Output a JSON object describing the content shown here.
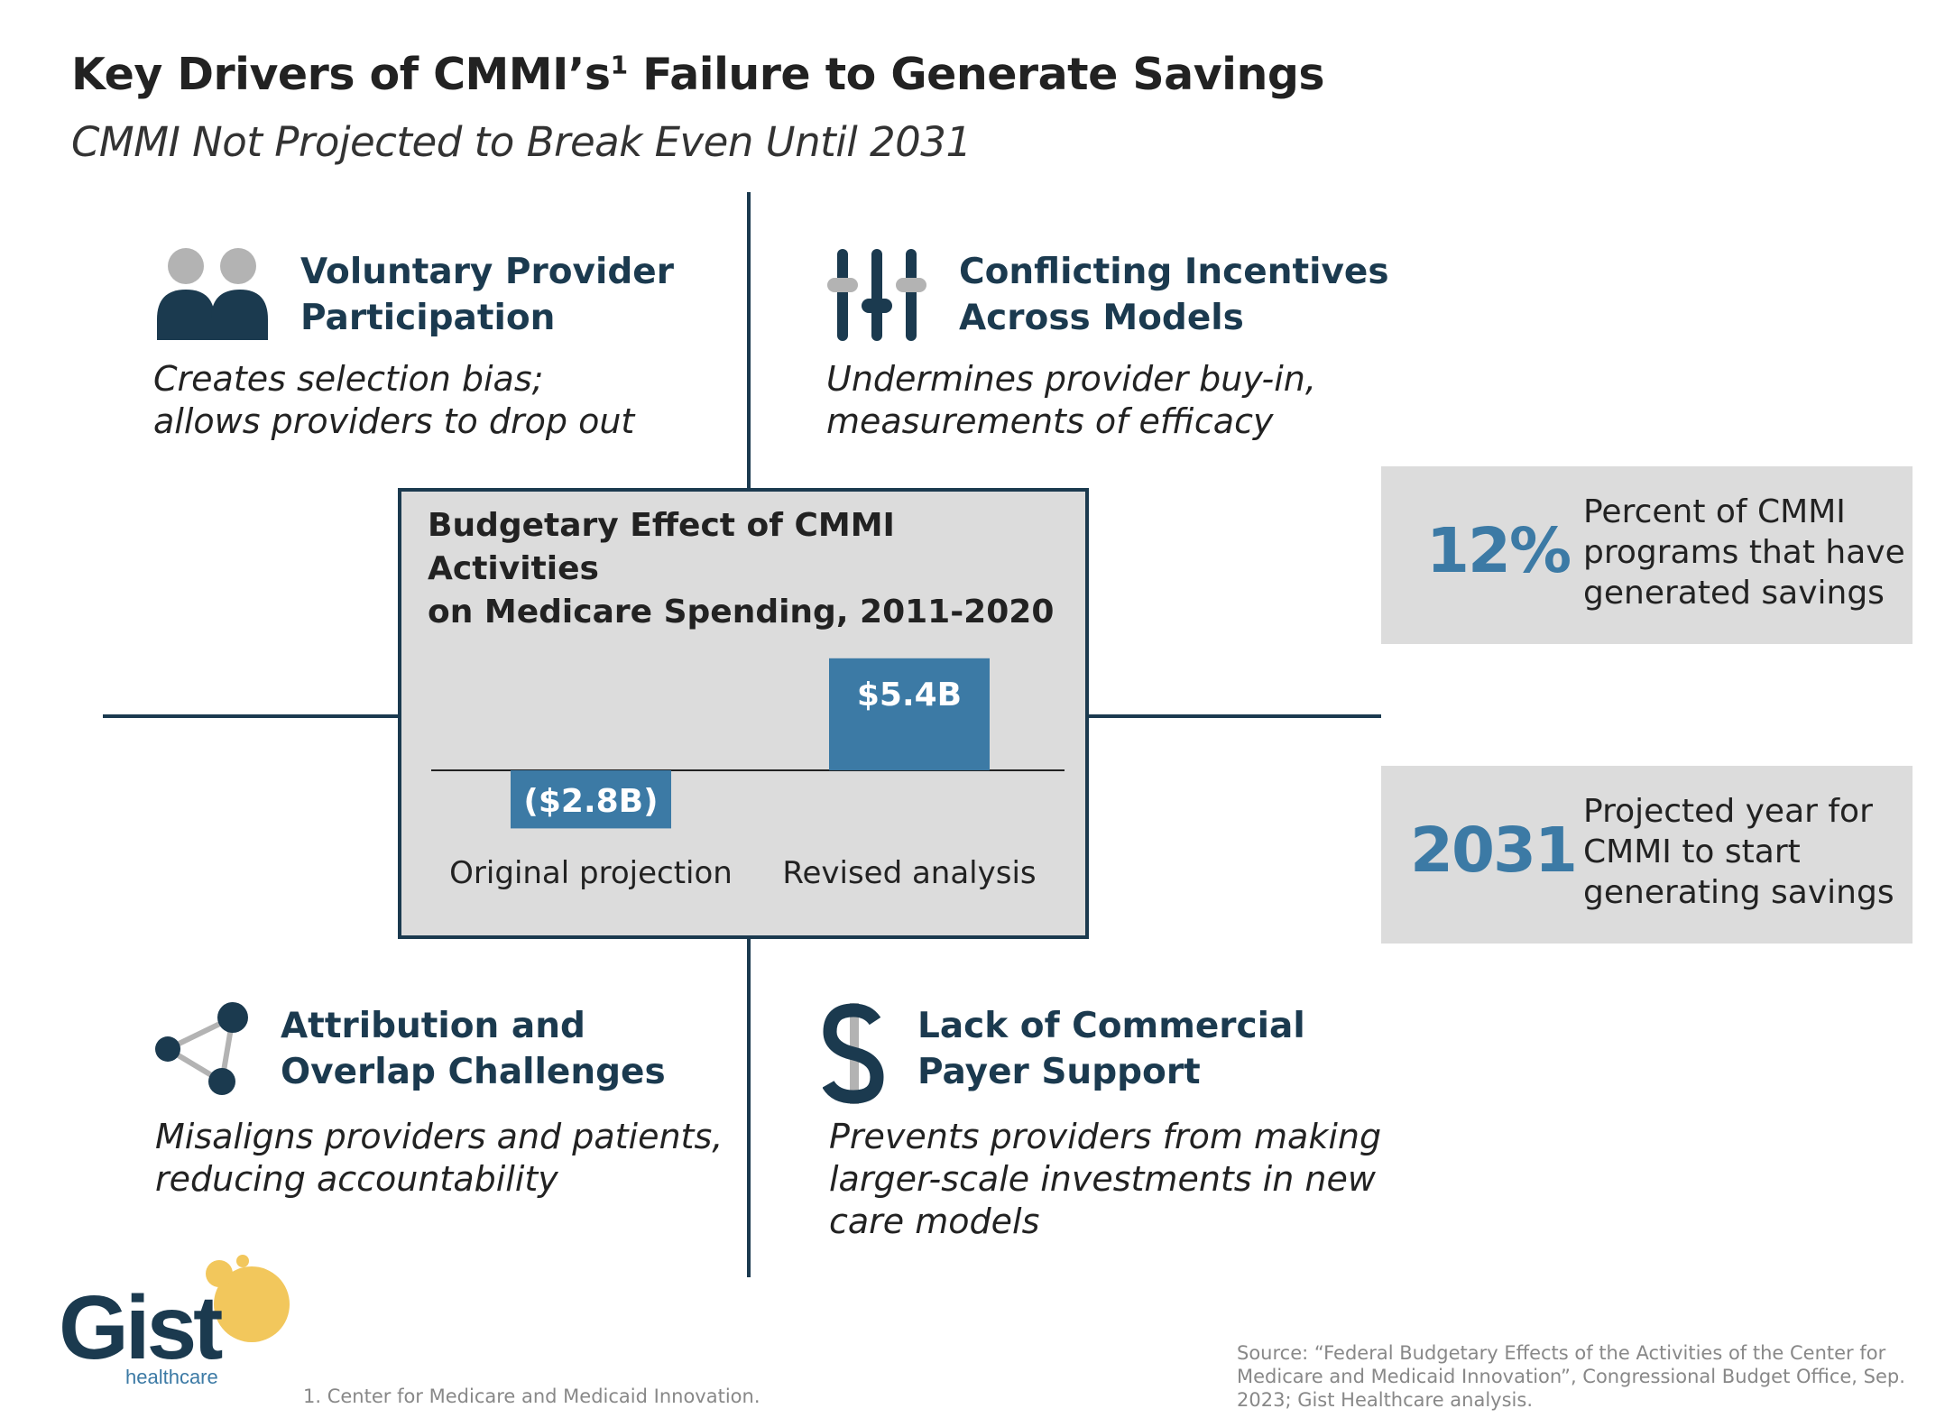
{
  "header": {
    "title_main": "Key Drivers of CMMI’s",
    "title_sup": "1",
    "title_rest": " Failure to Generate Savings",
    "subtitle": "CMMI Not Projected to Break Even Until 2031"
  },
  "quadrants": [
    {
      "icon": "people-icon",
      "heading_1": "Voluntary Provider",
      "heading_2": "Participation",
      "desc_1": "Creates selection bias;",
      "desc_2": "allows providers to drop out"
    },
    {
      "icon": "sliders-icon",
      "heading_1": "Conflicting Incentives",
      "heading_2": "Across Models",
      "desc_1": "Undermines provider buy-in,",
      "desc_2": "measurements of efficacy"
    },
    {
      "icon": "network-icon",
      "heading_1": "Attribution and",
      "heading_2": "Overlap Challenges",
      "desc_1": "Misaligns providers and patients,",
      "desc_2": "reducing accountability"
    },
    {
      "icon": "dollar-icon",
      "heading_1": "Lack of Commercial",
      "heading_2": "Payer Support",
      "desc_1": "Prevents providers from making",
      "desc_2": "larger-scale investments in new",
      "desc_3": "care models"
    }
  ],
  "chart_data": {
    "type": "bar",
    "title": "Budgetary Effect of CMMI Activities on Medicare Spending, 2011-2020",
    "title_line_1": "Budgetary Effect of CMMI Activities",
    "title_line_2": "on Medicare Spending, 2011-2020",
    "categories": [
      "Original projection",
      "Revised analysis"
    ],
    "values": [
      -2.8,
      5.4
    ],
    "data_labels": [
      "($2.8B)",
      "$5.4B"
    ],
    "units": "billions USD",
    "bar_color": "#3c7aa5",
    "axis_color": "#222222",
    "grid": false
  },
  "stats": [
    {
      "value": "12%",
      "text_1": "Percent of CMMI",
      "text_2": "programs that have",
      "text_3": "generated savings"
    },
    {
      "value": "2031",
      "text_1": "Projected year for",
      "text_2": "CMMI to start",
      "text_3": "generating savings"
    }
  ],
  "logo": {
    "word": "Gist",
    "sub": "healthcare"
  },
  "footnote": "1.  Center for Medicare and Medicaid Innovation.",
  "source": "Source:  “Federal Budgetary Effects of the Activities of the Center for Medicare and Medicaid Innovation”, Congressional Budget Office, Sep. 2023; Gist Healthcare analysis.",
  "colors": {
    "navy": "#1b3a4f",
    "accent_blue": "#3c7aa5",
    "gray_box": "#dcdcdc",
    "logo_yellow": "#f2c75c"
  }
}
